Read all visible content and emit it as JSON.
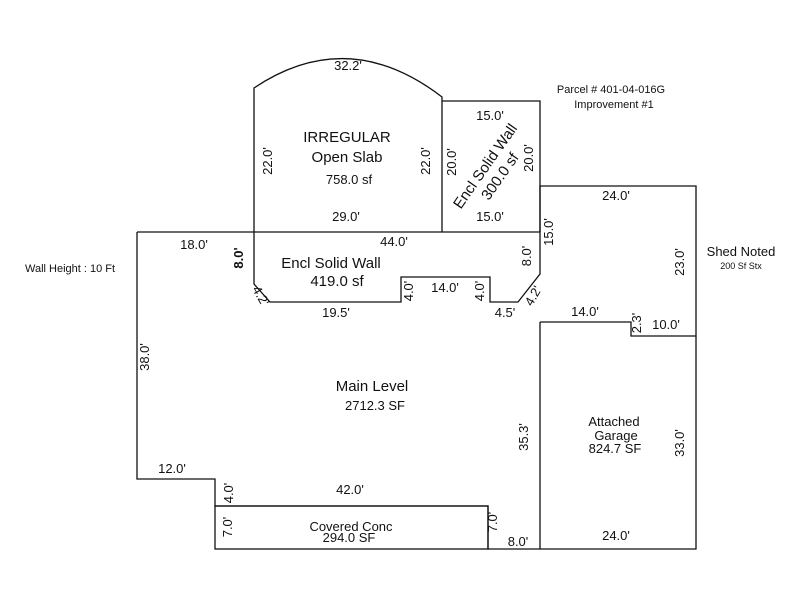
{
  "parcel": {
    "number": "Parcel # 401-04-016G",
    "improvement": "Improvement #1"
  },
  "notes": {
    "wall_height": "Wall Height : 10 Ft",
    "shed_title": "Shed Noted",
    "shed_detail": "200 Sf Stx"
  },
  "areas": {
    "irregular": {
      "line1": "IRREGULAR",
      "line2": "Open Slab",
      "area": "758.0 sf"
    },
    "encl_wall_right": {
      "label": "Encl Solid Wall",
      "area": "300.0 sf"
    },
    "encl_wall_center": {
      "label": "Encl Solid Wall",
      "area": "419.0 sf"
    },
    "main": {
      "label": "Main Level",
      "area": "2712.3 SF"
    },
    "garage": {
      "line1": "Attached",
      "line2": "Garage",
      "area": "824.7 SF"
    },
    "covered": {
      "label": "Covered Conc",
      "area": "294.0 SF"
    }
  },
  "dimensions": {
    "arc_top": "32.2'",
    "irr_left": "22.0'",
    "irr_right": "22.0'",
    "irr_bottom": "29.0'",
    "encl_top": "15.0'",
    "encl_left": "20.0'",
    "encl_right": "20.0'",
    "encl_bottom": "15.0'",
    "main_top_left": "18.0'",
    "main_left_small": "8.0'",
    "center_top": "44.0'",
    "center_right": "8.0'",
    "center_diag_left": "4.2'",
    "center_diag_right": "4.2'",
    "center_bottom_left": "19.5'",
    "notch_left": "4.0'",
    "notch_top": "14.0'",
    "notch_right": "4.0'",
    "center_bottom_right": "4.5'",
    "main_step_right": "15.0'",
    "main_left": "38.0'",
    "main_bottom_left": "12.0'",
    "main_step_down": "4.0'",
    "main_bottom": "42.0'",
    "main_right_inner": "35.3'",
    "bottom_notch": "8.0'",
    "covered_left": "7.0'",
    "covered_right": "7.0'",
    "garage_top": "24.0'",
    "garage_right_upper": "23.0'",
    "garage_inner_top": "14.0'",
    "garage_step": "2.3'",
    "garage_step_top": "10.0'",
    "garage_right": "33.0'",
    "garage_bottom": "24.0'"
  }
}
